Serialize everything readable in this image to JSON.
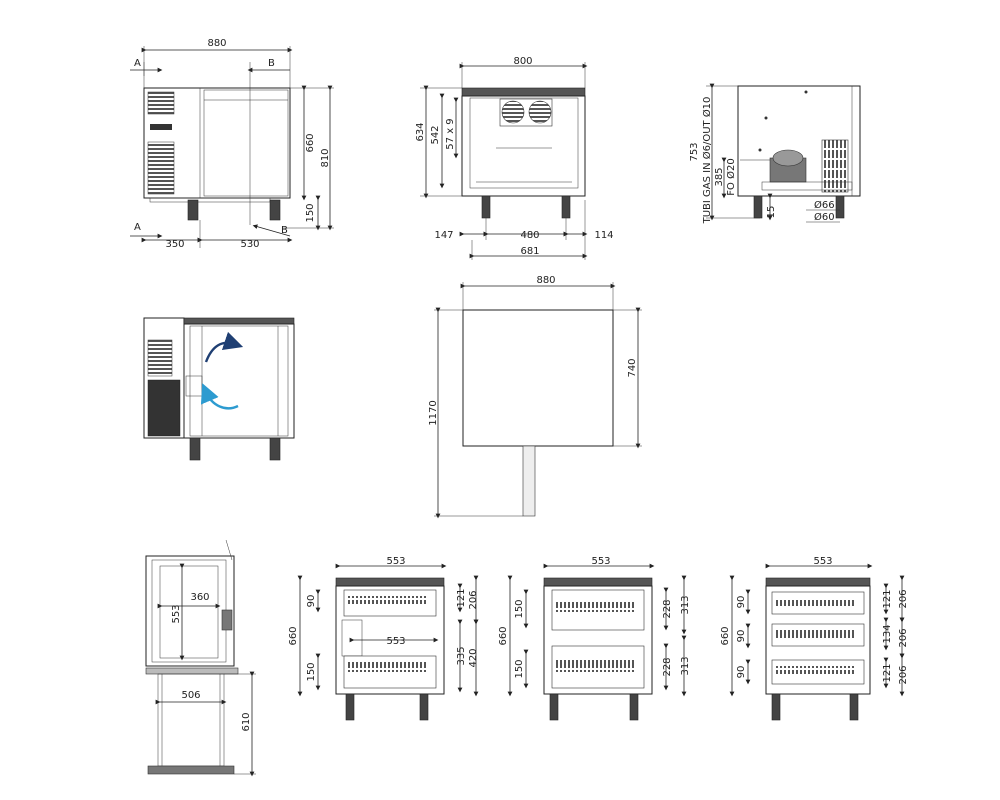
{
  "views": {
    "front": {
      "width": "880",
      "height_total": "810",
      "height_body": "660",
      "feet": "150",
      "left_part": "350",
      "right_part": "530",
      "section_a": "A",
      "section_b": "B"
    },
    "side": {
      "width": "800",
      "h1": "634",
      "h2": "542",
      "h3": "57 x 9",
      "left": "147",
      "middle": "480",
      "right": "114",
      "bottom": "681"
    },
    "right": {
      "height": "753",
      "gas": "TUBI GAS IN Ø6/OUT Ø10",
      "h385": "385",
      "fo": "FO Ø20",
      "h15": "15",
      "d66": "Ø66",
      "d60": "Ø60"
    },
    "plan": {
      "width": "880",
      "depth": "740",
      "total": "1170"
    },
    "section": {
      "w360": "360",
      "h553": "553",
      "w506": "506",
      "h610": "610"
    },
    "drawers_a": {
      "width": "553",
      "total": "660",
      "h90": "90",
      "h150": "150",
      "inner": "553",
      "r121": "121",
      "r206": "206",
      "r335": "335",
      "r420": "420"
    },
    "drawers_b": {
      "width": "553",
      "total": "660",
      "h150a": "150",
      "h150b": "150",
      "r228a": "228",
      "r313a": "313",
      "r228b": "228",
      "r313b": "313"
    },
    "drawers_c": {
      "width": "553",
      "total": "660",
      "h90a": "90",
      "h90b": "90",
      "h90c": "90",
      "r121a": "121",
      "r206a": "206",
      "r134": "134",
      "r206b": "206",
      "r121b": "121",
      "r206c": "206"
    }
  },
  "colors": {
    "air_out": "#1f3f73",
    "air_in": "#2d9bd0"
  }
}
